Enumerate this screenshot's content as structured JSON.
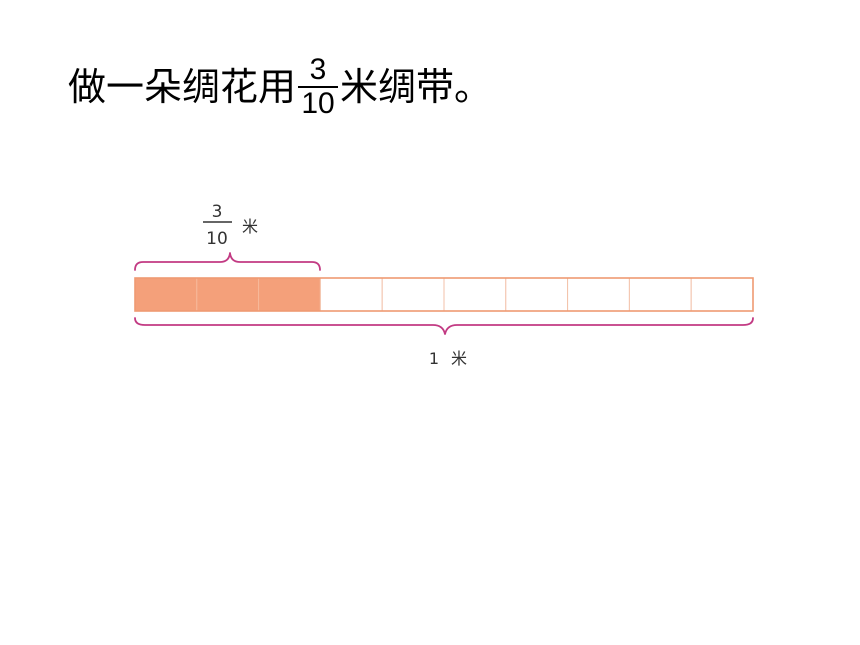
{
  "problem": {
    "prefix": "做一朵绸花用",
    "fraction_numerator": "3",
    "fraction_denominator": "10",
    "suffix": "米绸带。"
  },
  "diagram": {
    "total_segments": 10,
    "filled_segments": 3,
    "part_label": {
      "numerator": "3",
      "denominator": "10",
      "unit": "米"
    },
    "whole_label": {
      "value": "1",
      "unit": "米"
    },
    "colors": {
      "filled": "#f4a07a",
      "outline": "#ef9a72",
      "brace": "#c23a83"
    }
  }
}
